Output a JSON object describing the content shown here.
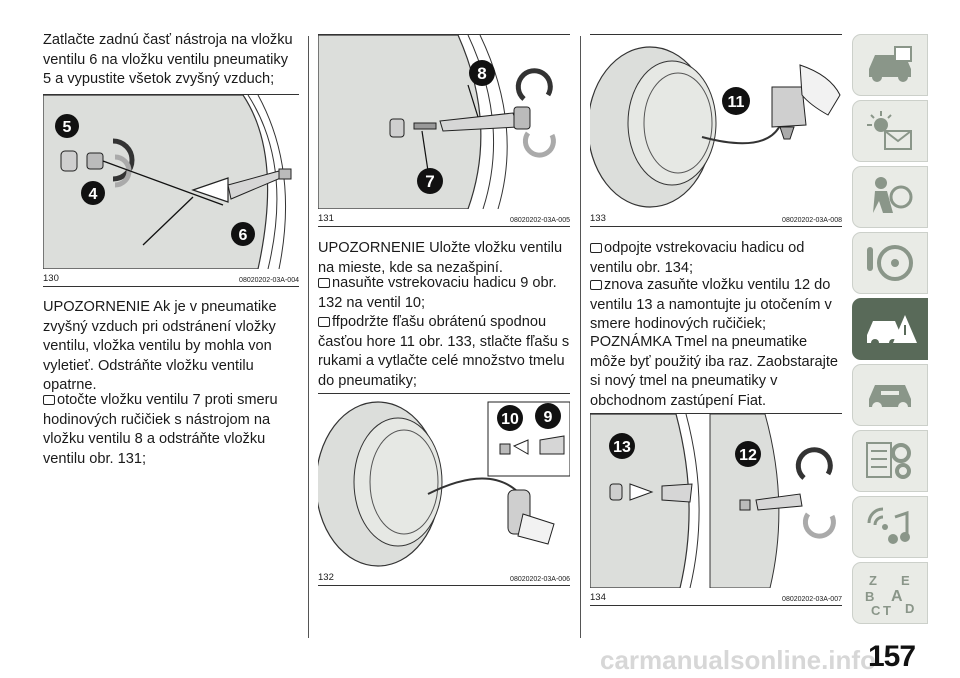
{
  "page_number": "157",
  "watermark": "carmanualsonline.info",
  "column1": {
    "intro": "Zatlačte zadnú časť nástroja na vložku ventilu 6 na vložku ventilu pneumatiky 5 a vypustite všetok zvyšný vzduch;",
    "figure": {
      "number": "130",
      "code": "08020202-03A-004",
      "labels": [
        "5",
        "4",
        "6"
      ]
    },
    "warning": "UPOZORNENIE Ak je v pneumatike zvyšný vzduch pri odstránení vložky ventilu, vložka ventilu by mohla von vyletieť. Odstráňte vložku ventilu opatrne.",
    "bullet1": "otočte vložku ventilu 7 proti smeru hodinových ručičiek s nástrojom na vložku ventilu 8 a odstráňte vložku ventilu obr. 131;"
  },
  "column2": {
    "figure_top": {
      "number": "131",
      "code": "08020202-03A-005",
      "labels": [
        "8",
        "7"
      ]
    },
    "warning": "UPOZORNENIE Uložte vložku ventilu na mieste, kde sa nezašpiní.",
    "bullet1": "nasuňte vstrekovaciu hadicu 9 obr. 132 na ventil 10;",
    "bullet2": "ffpodržte fľašu obrátenú spodnou časťou hore 11 obr. 133, stlačte fľašu s rukami a vytlačte celé množstvo tmelu do pneumatiky;",
    "figure_bottom": {
      "number": "132",
      "code": "08020202-03A-006",
      "labels": [
        "10",
        "9"
      ]
    }
  },
  "column3": {
    "figure_top": {
      "number": "133",
      "code": "08020202-03A-008",
      "labels": [
        "11"
      ]
    },
    "bullet1": "odpojte vstrekovaciu hadicu od ventilu obr. 134;",
    "bullet2": "znova zasuňte vložku ventilu 12 do ventilu 13 a namontujte ju otočením v smere hodinových ručičiek;",
    "note": "POZNÁMKA Tmel na pneumatike môže byť použitý iba raz. Zaobstarajte si nový tmel na pneumatiky v obchodnom zastúpení Fiat.",
    "figure_bottom": {
      "number": "134",
      "code": "08020202-03A-007",
      "labels": [
        "13",
        "12"
      ]
    }
  },
  "sidebar": {
    "tabs": [
      {
        "icon": "car-dashboard-icon",
        "active": false
      },
      {
        "icon": "warning-lights-icon",
        "active": false
      },
      {
        "icon": "airbag-safety-icon",
        "active": false
      },
      {
        "icon": "steering-wheel-icon",
        "active": false
      },
      {
        "icon": "breakdown-car-icon",
        "active": true
      },
      {
        "icon": "car-service-icon",
        "active": false
      },
      {
        "icon": "specs-gears-icon",
        "active": false
      },
      {
        "icon": "multimedia-icon",
        "active": false
      },
      {
        "icon": "alphabet-index-icon",
        "active": false
      }
    ],
    "index_letters": [
      "Z",
      "E",
      "B",
      "A",
      "C",
      "T",
      "D"
    ]
  },
  "colors": {
    "active_tab": "#596a59",
    "inactive_tab": "#e9ebe6",
    "tire": "#dfe1dd",
    "text": "#1a1a1a"
  }
}
